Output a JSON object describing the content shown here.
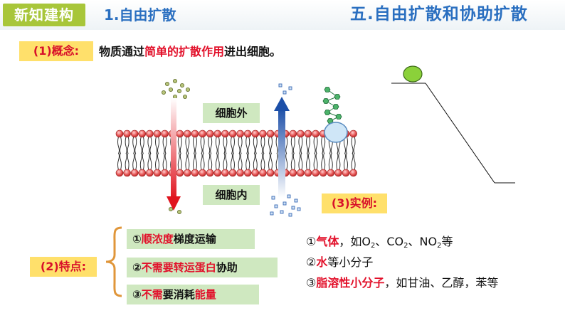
{
  "header": {
    "tag": "新知建构",
    "section_title": "1.自由扩散",
    "main_title": "五.自由扩散和协助扩散"
  },
  "concept": {
    "label": "(1)概念:",
    "text_before": "物质通过",
    "text_highlight": "简单的扩散作用",
    "text_after": "进出细胞。"
  },
  "membrane": {
    "outside_label": "细胞外",
    "inside_label": "细胞内"
  },
  "features": {
    "label": "(2)特点:",
    "item1": {
      "num": "①",
      "red": "顺浓度",
      "rest": "梯度运输"
    },
    "item2": {
      "num": "②",
      "red": "不需要转运蛋白",
      "rest": "协助"
    },
    "item3": {
      "num": "③",
      "red1": "不需",
      "mid": "要消耗",
      "red2": "能量"
    }
  },
  "examples": {
    "label": "(3)实例:",
    "line1": {
      "num": "①",
      "red": "气体",
      "rest": "，如O",
      "sub1": "2",
      "rest2": "、CO",
      "sub2": "2",
      "rest3": "、NO",
      "sub3": "2",
      "rest4": "等"
    },
    "line2": {
      "num": "②",
      "red": "水",
      "rest": "等小分子"
    },
    "line3": {
      "num": "③",
      "red": "脂溶性小分子",
      "rest": "，如甘油、乙醇，苯等"
    }
  },
  "colors": {
    "accent_blue": "#2a6fc0",
    "highlight_red": "#e2102a",
    "tag_green": "#a8c63a",
    "label_yellow": "#ffe06b",
    "label_green": "#cfe8c0"
  }
}
